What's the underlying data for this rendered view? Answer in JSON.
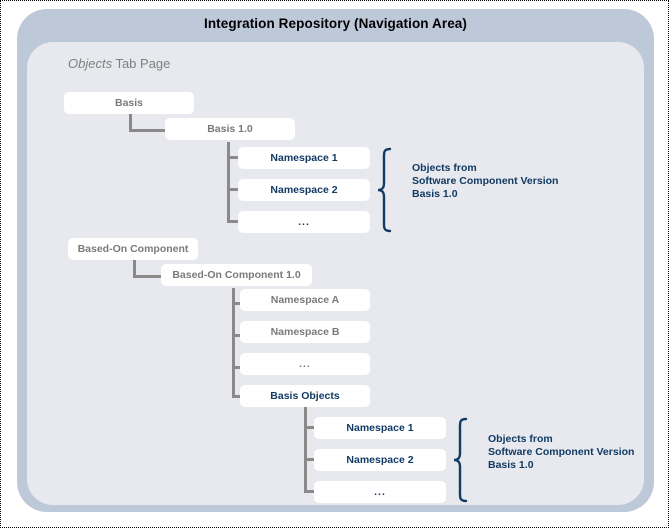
{
  "frame": {
    "title": "Integration Repository (Navigation Area)",
    "tab_label_emphasis": "Objects",
    "tab_label_rest": " Tab Page",
    "border_color": "#bdc9d9",
    "panel_color": "#e7e9ee",
    "title_color": "#000000",
    "tab_label_color": "#808080"
  },
  "colors": {
    "node_gray_text": "#7a7a7a",
    "node_navy_text": "#123a63",
    "connector": "#8a8a8a",
    "brace": "#123a63",
    "node_fill": "#ffffff"
  },
  "tree": {
    "group_basis": {
      "root": "Basis",
      "version": "Basis 1.0",
      "children": [
        "Namespace 1",
        "Namespace 2",
        "..."
      ]
    },
    "group_based_on": {
      "root": "Based-On Component",
      "version": "Based-On Component 1.0",
      "children": [
        "Namespace A",
        "Namespace B",
        "...",
        "Basis Objects"
      ],
      "basis_objects_children": [
        "Namespace 1",
        "Namespace 2",
        "..."
      ]
    }
  },
  "annotations": {
    "top": {
      "line1": "Objects from",
      "line2": "Software Component Version",
      "line3": "Basis 1.0"
    },
    "bottom": {
      "line1": "Objects from",
      "line2": "Software Component Version",
      "line3": "Basis 1.0"
    }
  }
}
